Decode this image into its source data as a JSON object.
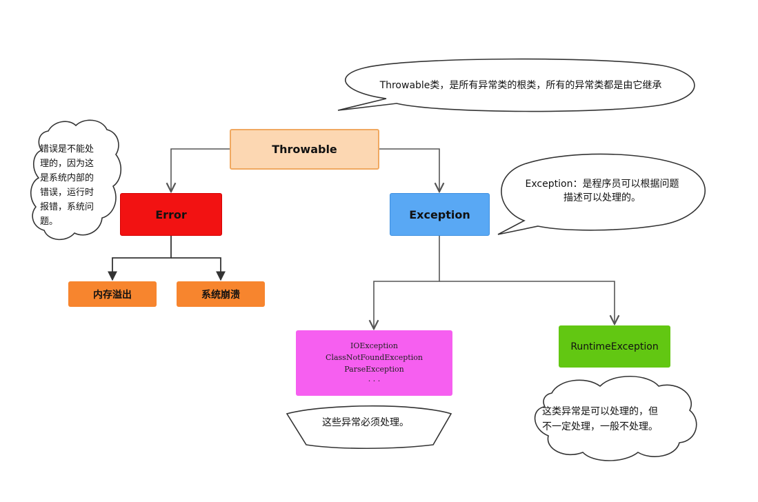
{
  "nodes": {
    "throwable": "Throwable",
    "error": "Error",
    "exception": "Exception",
    "out_of_memory": "内存溢出",
    "system_crash": "系统崩溃",
    "checked_exceptions": [
      "IOException",
      "ClassNotFoundException",
      "ParseException",
      "· · ·"
    ],
    "runtime_exception": "RuntimeException"
  },
  "notes": {
    "throwable_note": "Throwable类，是所有异常类的根类，所有的异常类都是由它继承",
    "error_note": [
      "错误是不能处",
      "理的，因为这",
      "是系统内部的",
      "错误，运行时",
      "报错，系统问",
      "题。"
    ],
    "exception_note": [
      "Exception：是程序员可以根据问题",
      "描述可以处理的。"
    ],
    "checked_note": "这些异常必须处理。",
    "runtime_note": [
      "这类异常是可以处理的，但",
      "不一定处理，一般不处理。"
    ]
  },
  "colors": {
    "throwable_fill": "#fcd7b2",
    "error_fill": "#f21212",
    "exception_fill": "#59a8f4",
    "leaf_fill": "#f7852e",
    "checked_fill": "#f65ff0",
    "runtime_fill": "#62c712",
    "connector": "#555555"
  }
}
